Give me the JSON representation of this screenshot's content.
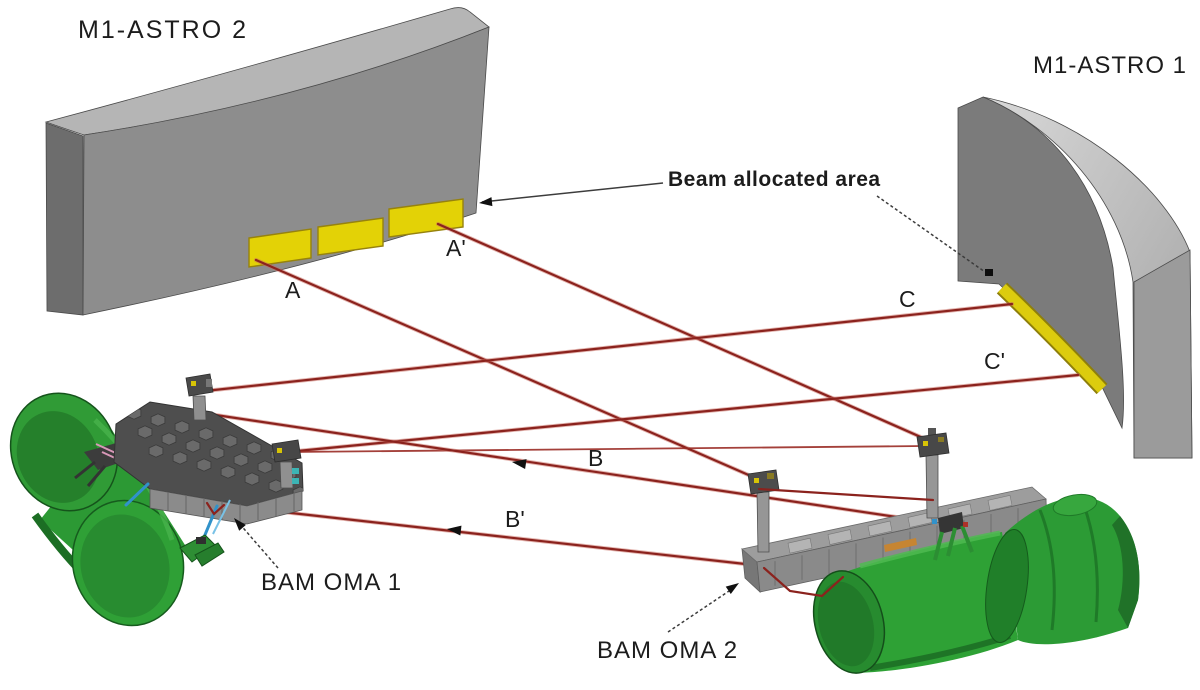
{
  "figure": {
    "mirror_left_label": "M1-ASTRO 2",
    "mirror_right_label": "M1-ASTRO 1",
    "beam_area_note": "Beam allocated area",
    "oma_left_label": "BAM OMA 1",
    "oma_right_label": "BAM OMA 2",
    "beams": {
      "a": "A",
      "a_prime": "A'",
      "b": "B",
      "b_prime": "B'",
      "c": "C",
      "c_prime": "C'"
    }
  },
  "colors": {
    "background": "#ffffff",
    "beam_red": "#8e211c",
    "mirror_front_gray": "#8d8d8d",
    "mirror_top_gray": "#b5b5b5",
    "beam_area_yellow": "#e4d200",
    "baffle_green": "#2ba233",
    "bench_dark_gray": "#4e4e4e",
    "bench_light_gray": "#9d9d9d",
    "label_color": "#1c1c1c"
  }
}
